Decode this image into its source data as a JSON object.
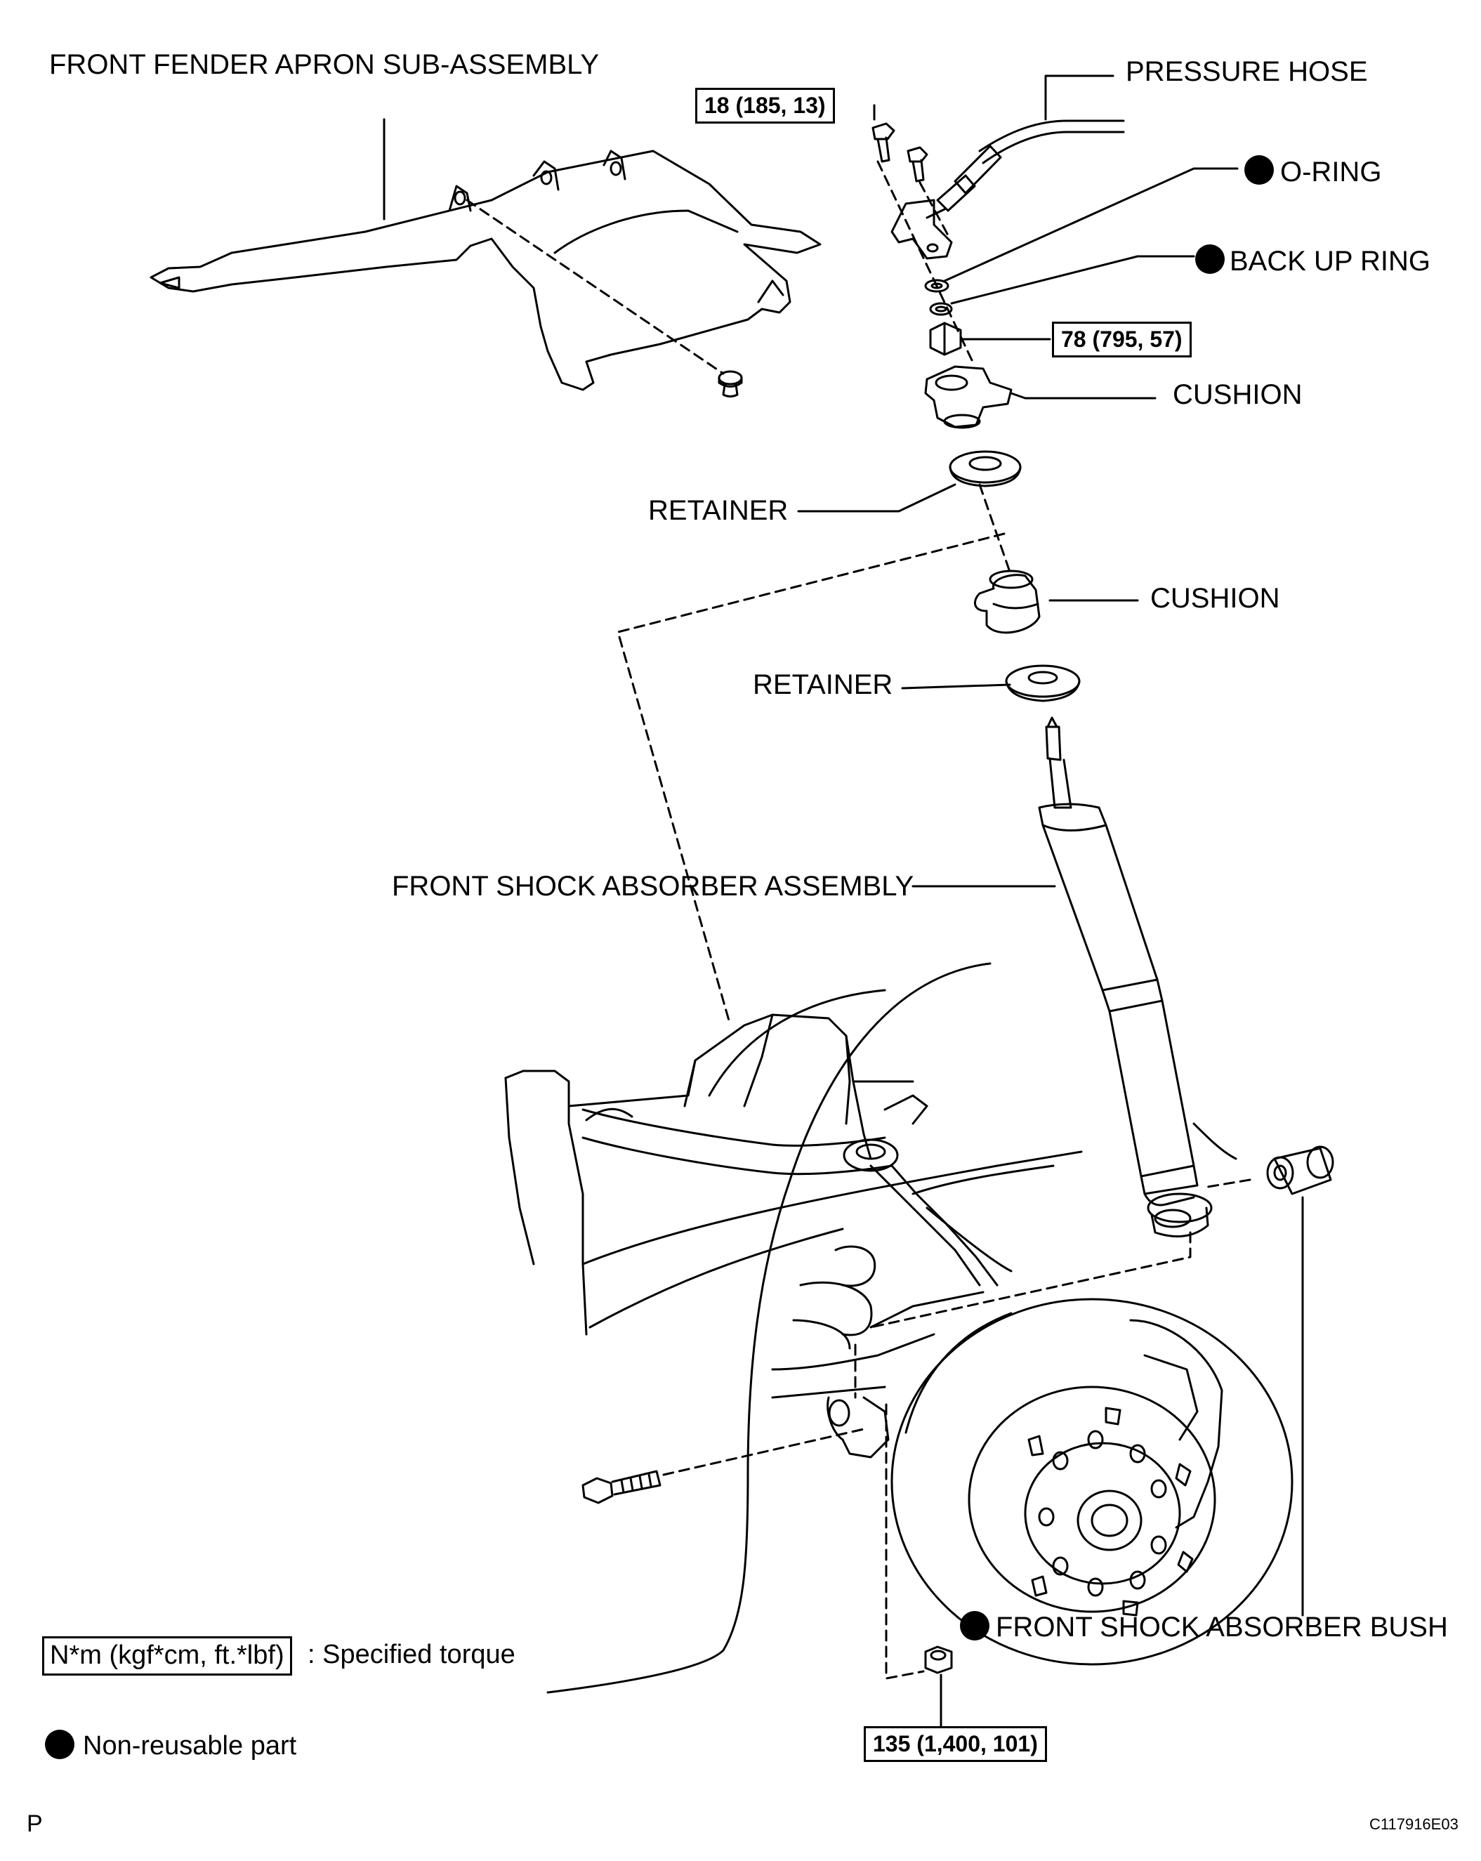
{
  "labels": {
    "fender_apron": "FRONT FENDER APRON SUB-ASSEMBLY",
    "pressure_hose": "PRESSURE HOSE",
    "o_ring": "O-RING",
    "back_up_ring": "BACK UP RING",
    "cushion_upper": "CUSHION",
    "retainer_upper": "RETAINER",
    "cushion_lower": "CUSHION",
    "retainer_lower": "RETAINER",
    "shock_absorber": "FRONT SHOCK ABSORBER ASSEMBLY",
    "shock_bush": "FRONT SHOCK ABSORBER BUSH"
  },
  "torques": {
    "hose_bolt": "18 (185, 13)",
    "upper_nut": "78 (795, 57)",
    "lower_nut": "135 (1,400, 101)"
  },
  "legend": {
    "torque_units": "N*m (kgf*cm, ft.*lbf)",
    "torque_desc": ": Specified torque",
    "non_reusable": "Non-reusable part"
  },
  "footer": {
    "page_mark": "P",
    "figure_code": "C117916E03"
  },
  "colors": {
    "line": "#000000",
    "background": "#ffffff"
  }
}
